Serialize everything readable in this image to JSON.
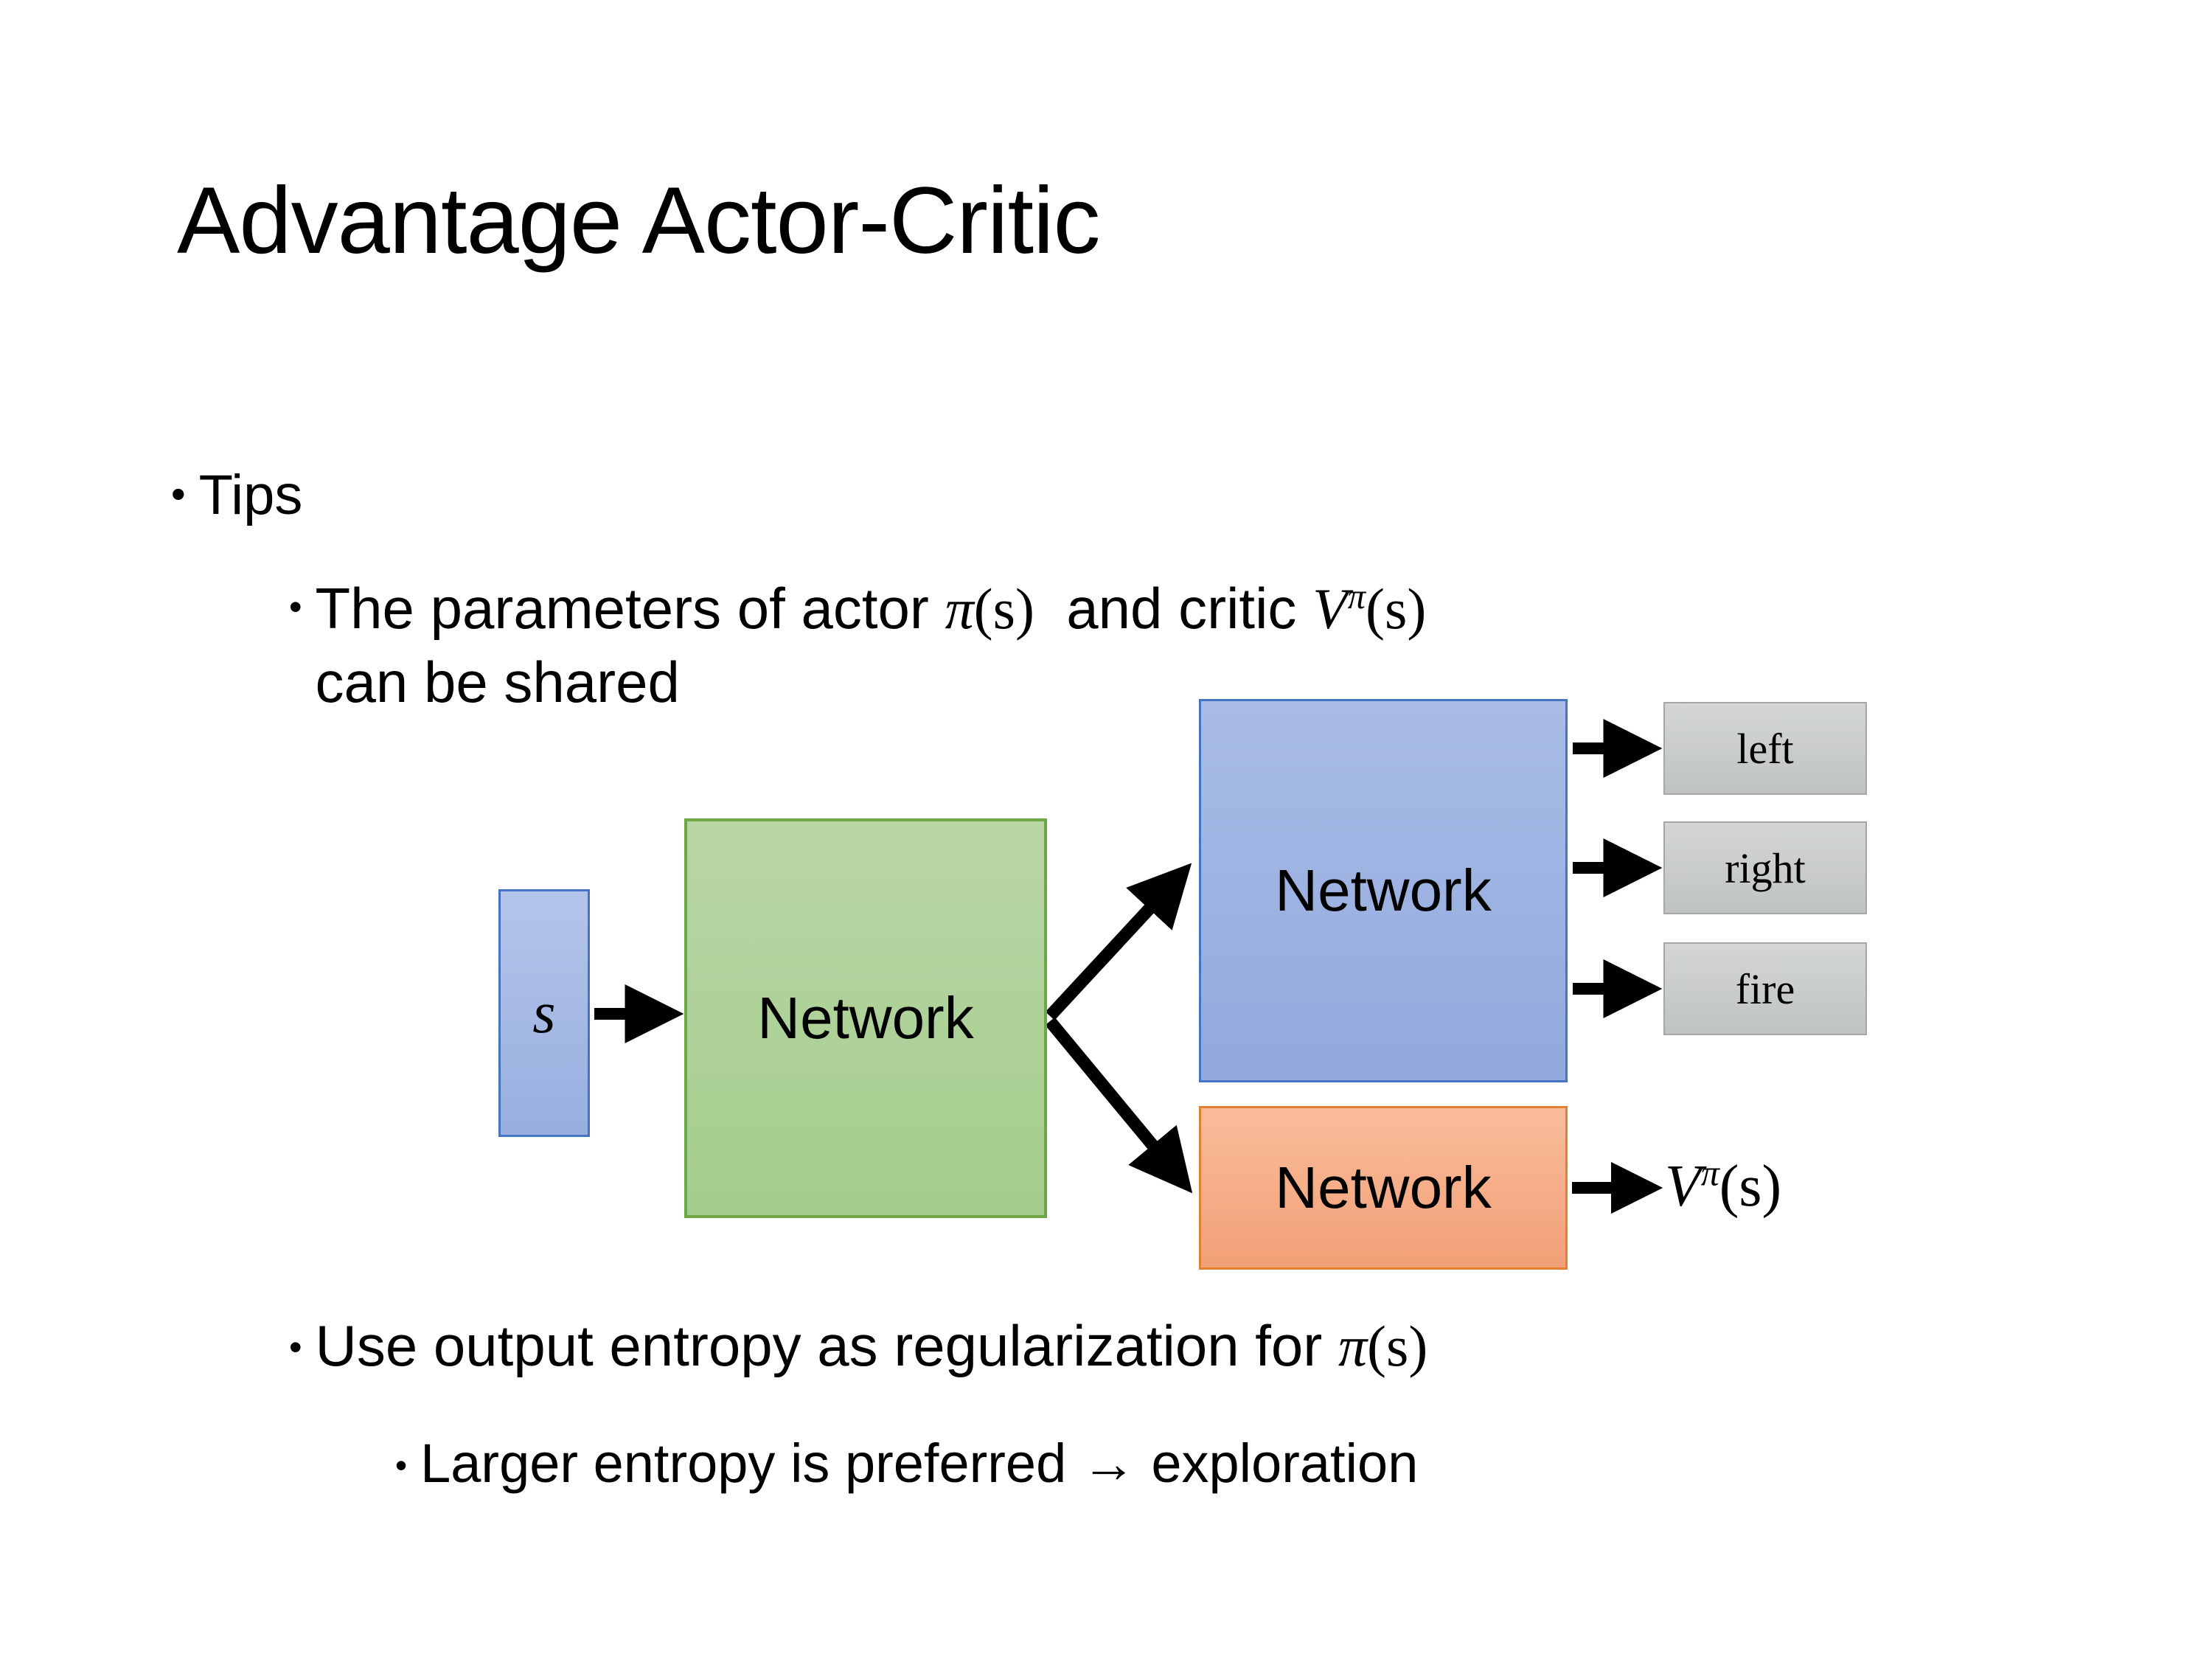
{
  "slide": {
    "title": "Advantage Actor-Critic",
    "background_color": "#FFFFFF"
  },
  "bullets": {
    "tips": {
      "marker": "•",
      "label": "Tips"
    },
    "shared": {
      "marker": "•",
      "line1_pre": "The parameters of actor ",
      "line1_math_pi": "π",
      "line1_math_pi_arg": "(s)",
      "line1_mid": "  and critic ",
      "line1_math_v": "V",
      "line1_math_v_sup": "π",
      "line1_math_v_arg": "(s)",
      "line2": "can be shared",
      "plain_text": "The parameters of actor π(s)  and critic Vπ(s) can be shared"
    },
    "entropy": {
      "marker": "•",
      "text_pre": "Use output entropy as regularization for ",
      "math_pi": "π",
      "math_pi_arg": "(s)",
      "plain_text": "Use output entropy as regularization for π(s)"
    },
    "larger_entropy": {
      "marker": "•",
      "text": "Larger entropy is preferred → exploration"
    }
  },
  "diagram": {
    "state_box": {
      "label": "s",
      "fill": "#9DB2E0",
      "border": "#4574C4"
    },
    "shared_network": {
      "label": "Network",
      "fill": "#AED09A",
      "border": "#70AD47"
    },
    "actor_network": {
      "label": "Network",
      "fill": "#9BB2E1",
      "border": "#4574C4"
    },
    "critic_network": {
      "label": "Network",
      "fill": "#F5A97E",
      "border": "#E08030"
    },
    "action_outputs": [
      {
        "label": "left",
        "fill": "#C6C9C8",
        "border": "#A6A6A6"
      },
      {
        "label": "right",
        "fill": "#C6C9C8",
        "border": "#A6A6A6"
      },
      {
        "label": "fire",
        "fill": "#C6C9C8",
        "border": "#A6A6A6"
      }
    ],
    "value_output": {
      "symbol": "V",
      "superscript": "π",
      "argument": "(s)",
      "plain_text": "Vπ(s)"
    },
    "arrows": [
      {
        "name": "state-to-shared",
        "from": "state_box",
        "to": "shared_network"
      },
      {
        "name": "shared-to-actor",
        "from": "shared_network",
        "to": "actor_network"
      },
      {
        "name": "shared-to-critic",
        "from": "shared_network",
        "to": "critic_network"
      },
      {
        "name": "actor-to-left",
        "from": "actor_network",
        "to": "left"
      },
      {
        "name": "actor-to-right",
        "from": "actor_network",
        "to": "right"
      },
      {
        "name": "actor-to-fire",
        "from": "actor_network",
        "to": "fire"
      },
      {
        "name": "critic-to-value",
        "from": "critic_network",
        "to": "value_output"
      }
    ],
    "arrow_color": "#000000"
  }
}
